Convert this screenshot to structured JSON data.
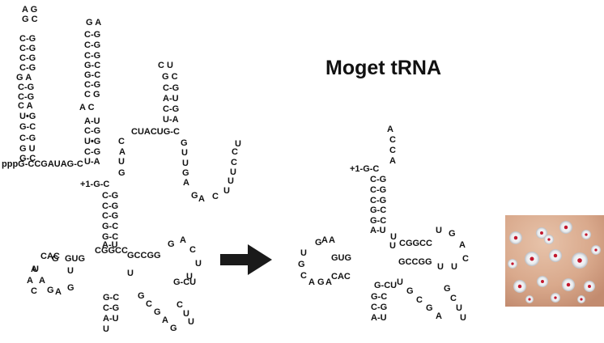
{
  "title": "Moget tRNA",
  "diagrams": {
    "precursor": {
      "lines": [
        "A G",
        "G  C",
        "C-G",
        "C-G",
        "C-G",
        "C-G",
        "G  A",
        "C-G",
        "C-G",
        "C  A",
        "U•G",
        "G-C",
        "C-G",
        "G  U",
        "G-C",
        "pppG-CCGAUAG-C",
        "G  A",
        "C-G",
        "C-G",
        "C-G",
        "G-C",
        "G-C",
        "C-G",
        "C  G",
        "A  C",
        "A-U",
        "C-G",
        "U•G",
        "C-G",
        "U-A",
        "+1-G-C",
        "C-G",
        "C-G",
        "C-G",
        "G-C",
        "G-C",
        "A-U",
        "C  U",
        "G  C",
        "C-G",
        "A-U",
        "C-G",
        "U-A",
        "CUACUG-C",
        "C",
        "A",
        "U",
        "G",
        "G",
        "U",
        "U",
        "G",
        "A",
        "G",
        "A",
        "C",
        "U",
        "U",
        "U",
        "C",
        "C",
        "U",
        "A",
        "A",
        "G",
        "GUG",
        "CAC",
        "U",
        "G",
        "C",
        "A",
        "G",
        "A",
        "U",
        "CGGCC",
        "GCCGG",
        "U",
        "G",
        "A",
        "C",
        "U",
        "U",
        "G-CU",
        "G-C",
        "C-G",
        "A-U",
        "U",
        "G",
        "C",
        "G",
        "A",
        "G",
        "C",
        "U",
        "U"
      ]
    },
    "mature": {
      "lines": [
        "A",
        "C",
        "C",
        "A",
        "+1-G-C",
        "C-G",
        "C-G",
        "C-G",
        "G-C",
        "G-C",
        "A-U",
        "U",
        "A",
        "A",
        "G",
        "GUG",
        "CAC",
        "U",
        "G",
        "C",
        "A",
        "G",
        "A",
        "U",
        "CGGCC",
        "GCCGG",
        "U",
        "G",
        "A",
        "C",
        "U",
        "U",
        "G-CU",
        "G-C",
        "C-G",
        "A-U",
        "U",
        "G",
        "C",
        "G",
        "A",
        "G",
        "C",
        "U",
        "U"
      ]
    }
  },
  "colors": {
    "text": "#111111",
    "arrow": "#1a1a1a",
    "photo_background": "#d9a98c",
    "colony": "#eef0f2",
    "colony_spot": "#c2182e"
  },
  "icons": {
    "arrow": "right-arrow-icon",
    "photo": "colony-plate-photo"
  }
}
